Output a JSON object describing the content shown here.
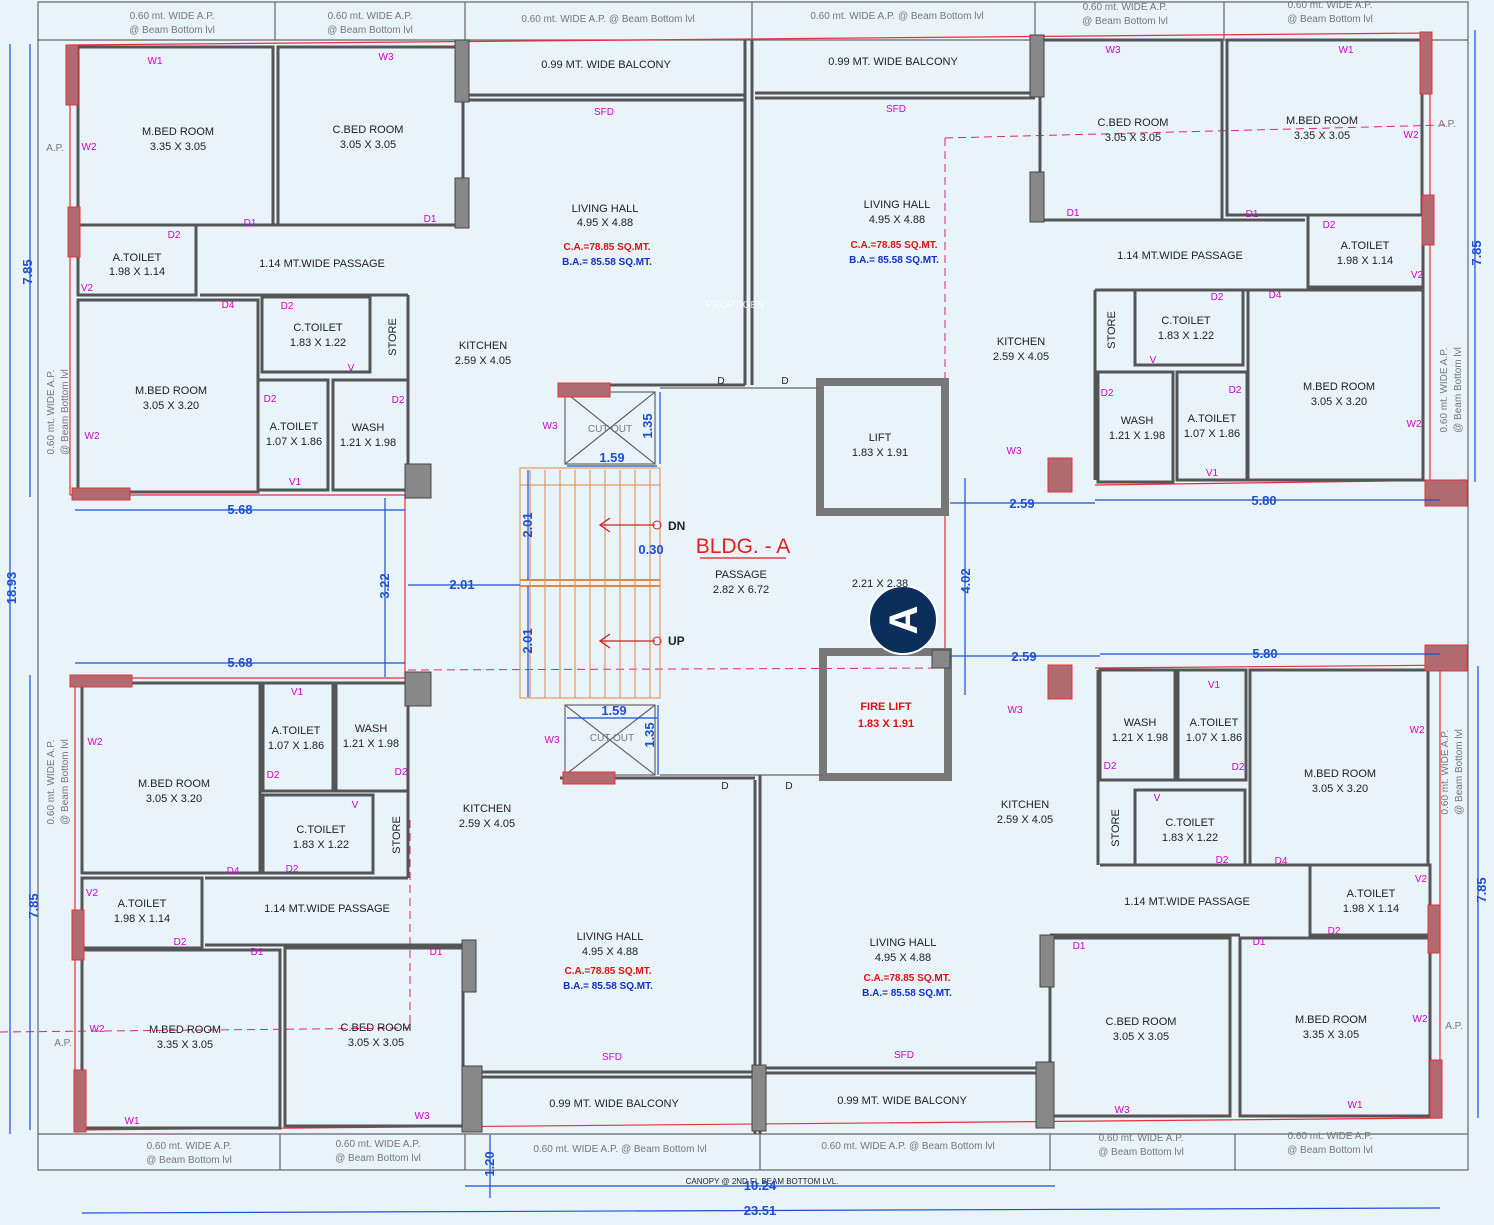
{
  "building": {
    "title": "BLDG. - A",
    "badge_letter": "A",
    "watermark": "PROPTIGER"
  },
  "core": {
    "passage": {
      "name": "PASSAGE",
      "size": "2.82 X 6.72"
    },
    "lobby": {
      "size": "2.21 X 2.38"
    },
    "lift": {
      "name": "LIFT",
      "size": "1.83 X 1.91"
    },
    "fire_lift": {
      "name": "FIRE LIFT",
      "size": "1.83 X 1.91"
    },
    "stair": {
      "dn": "DN",
      "up": "UP",
      "cutout": "CUT OUT",
      "tread": "0.30"
    },
    "canopy": "CANOPY @ 2ND FL BEAM BOTTOM LVL."
  },
  "rooms": {
    "m_bed_335": {
      "name": "M.BED ROOM",
      "size": "3.35 X 3.05"
    },
    "c_bed": {
      "name": "C.BED ROOM",
      "size": "3.05 X 3.05"
    },
    "m_bed_305": {
      "name": "M.BED ROOM",
      "size": "3.05 X 3.20"
    },
    "living": {
      "name": "LIVING HALL",
      "size": "4.95 X 4.88"
    },
    "kitchen": {
      "name": "KITCHEN",
      "size": "2.59 X 4.05"
    },
    "a_toilet_big": {
      "name": "A.TOILET",
      "size": "1.98 X 1.14"
    },
    "a_toilet_small": {
      "name": "A.TOILET",
      "size": "1.07 X 1.86"
    },
    "c_toilet": {
      "name": "C.TOILET",
      "size": "1.83 X 1.22"
    },
    "wash": {
      "name": "WASH",
      "size": "1.21 X 1.98"
    },
    "store": "STORE",
    "passage": "1.14 MT.WIDE PASSAGE",
    "balcony": "0.99 MT. WIDE BALCONY",
    "ca": "C.A.=78.85 SQ.MT.",
    "ba": "B.A.= 85.58 SQ.MT.",
    "ap": "A.P.",
    "ap_wide": "0.60 mt. WIDE A.P.",
    "beam": "@ Beam Bottom lvl",
    "ap_inline": "0.60 mt. WIDE A.P. @ Beam Bottom lvl"
  },
  "marks": {
    "W1": "W1",
    "W2": "W2",
    "W3": "W3",
    "D1": "D1",
    "D2": "D2",
    "D4": "D4",
    "V": "V",
    "V1": "V1",
    "V2": "V2",
    "SFD": "SFD",
    "D": "D"
  },
  "dimensions": {
    "d785": "7.85",
    "d1893": "18.93",
    "d568": "5.68",
    "d322": "3.22",
    "d201": "2.01",
    "d159": "1.59",
    "d135": "1.35",
    "d402": "4.02",
    "d259": "2.59",
    "d580": "5.80",
    "d120": "1.20",
    "d1024": "10.24",
    "d2351": "23.51"
  }
}
